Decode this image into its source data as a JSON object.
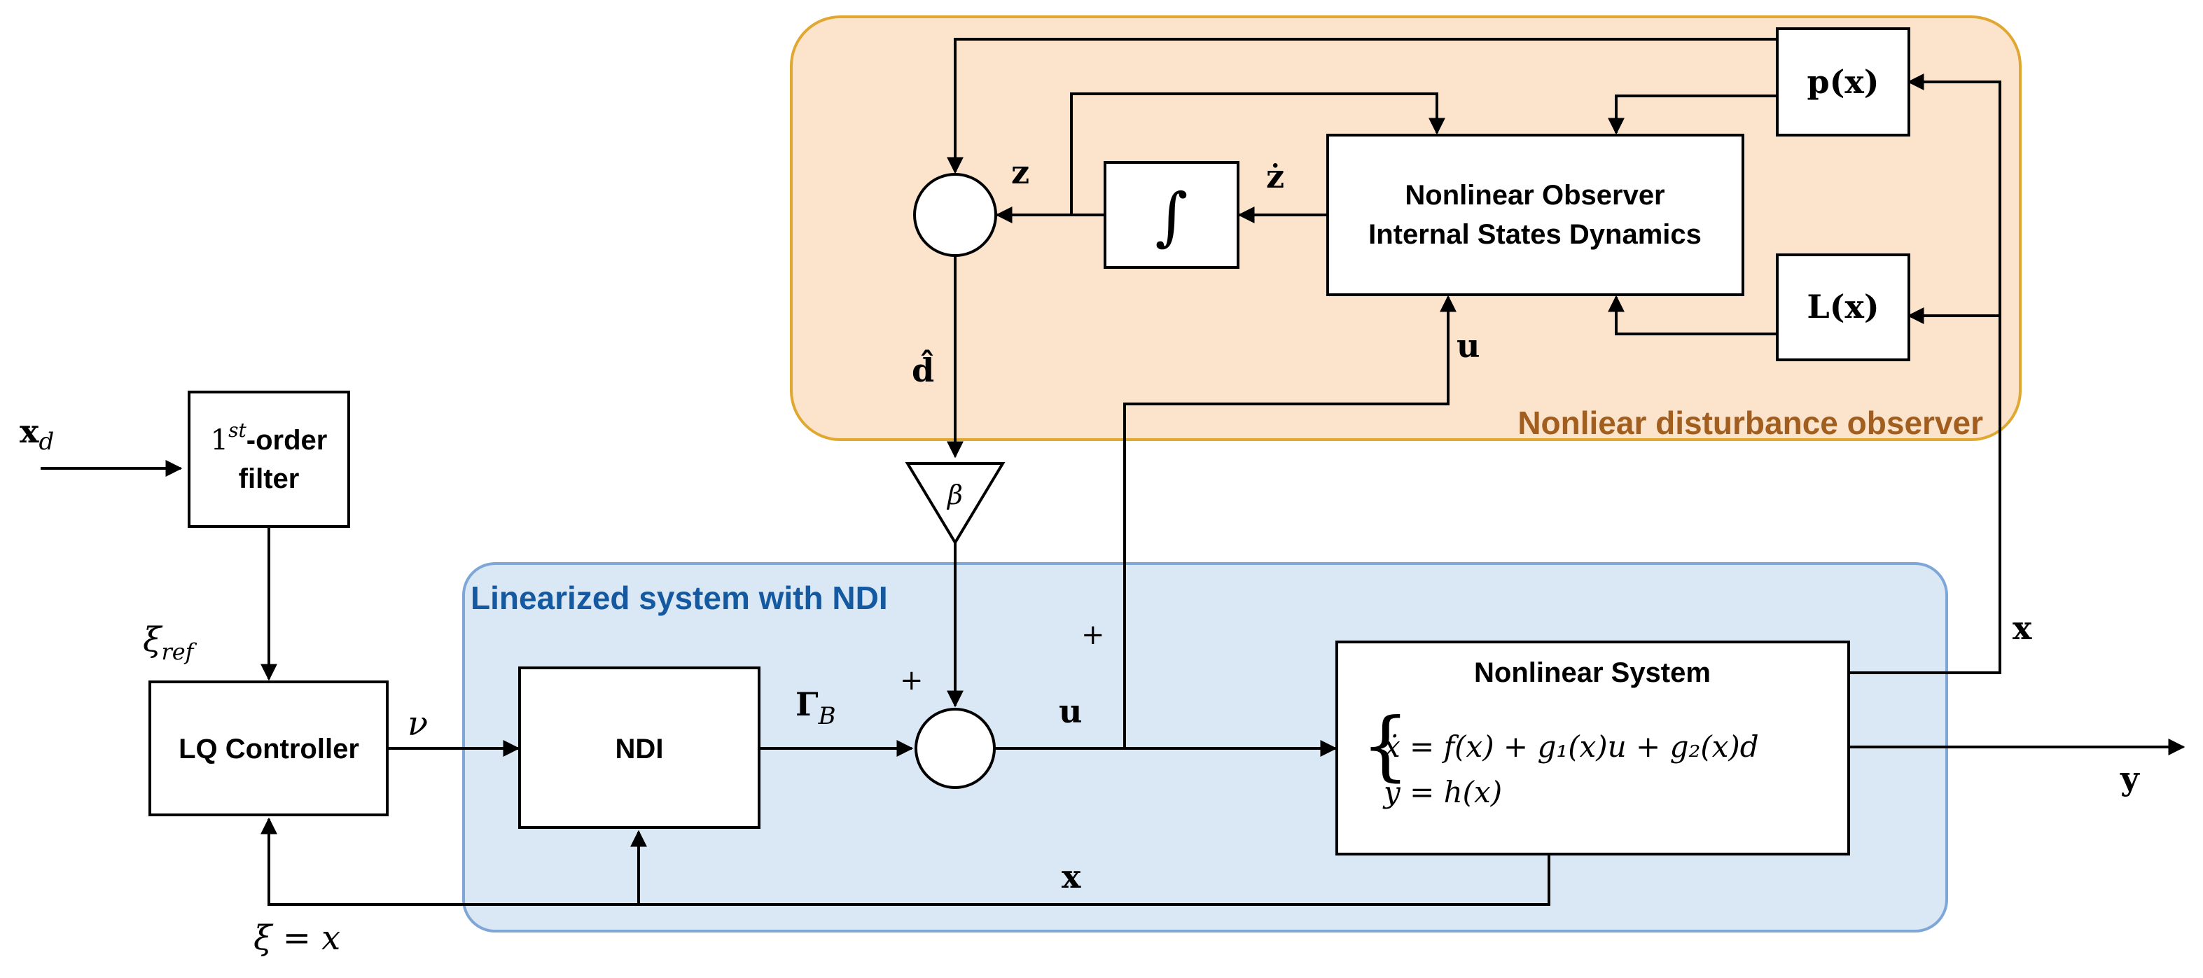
{
  "regions": {
    "observer_title": "Nonliear disturbance observer",
    "linearized_title": "Linearized system with NDI",
    "observer_fill": "#fce4cc",
    "observer_stroke": "#e0a830",
    "linearized_fill": "#dae7f5",
    "linearized_stroke": "#7ea6d6"
  },
  "blocks": {
    "filter": {
      "line1_prefix": "1",
      "line1_sup": "st",
      "line1_suffix": "-order",
      "line2": "filter"
    },
    "lq": "LQ Controller",
    "ndi": "NDI",
    "integrator": "∫",
    "observer_dynamics": {
      "line1": "Nonlinear Observer",
      "line2": "Internal States Dynamics"
    },
    "px": "p(x)",
    "lx": "L(x)",
    "gain": "β",
    "nonlinear_system": {
      "title": "Nonlinear System",
      "eq1": "ẋ = f(x) + g₁(x)u + g₂(x)d",
      "eq2": "y = h(x)"
    }
  },
  "signals": {
    "xd": "x",
    "xd_sub": "d",
    "xi_ref": "ξ",
    "xi_ref_sub": "ref",
    "nu": "ν",
    "gamma_b": "Γ",
    "gamma_b_sub": "B",
    "u_main": "u",
    "u_obs": "u",
    "x_bottom": "x",
    "x_right": "x",
    "y": "y",
    "z": "z",
    "z_dot": "ż",
    "d_hat": "d̂",
    "xi_eq": "ξ = x",
    "plus_sum_top": "+",
    "plus_sum_left": "+"
  }
}
